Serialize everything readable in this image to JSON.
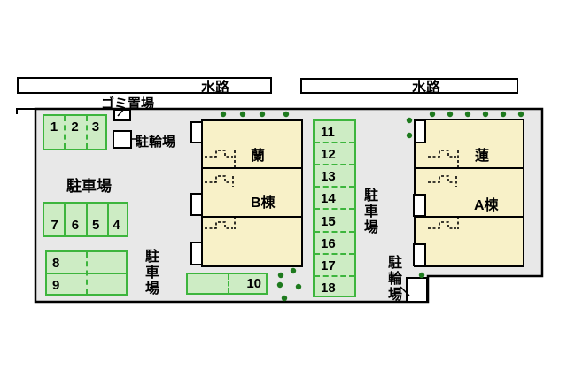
{
  "plan": {
    "colors": {
      "site_fill": "#e8e8e8",
      "building_fill": "#f8f1c8",
      "stall_fill": "#cdecc4",
      "stall_border": "#3db53d",
      "tree_green": "#1e7a1e",
      "outline": "#000000"
    },
    "waterways": {
      "left": "水路",
      "right": "水路"
    },
    "facilities": {
      "garbage": "ゴミ置場",
      "bicycle_left": "駐輪場",
      "bicycle_right": "駐輪場",
      "parking_main": "駐車場",
      "parking_mid": "駐車場",
      "parking_right": "駐車場"
    },
    "buildings": {
      "b": {
        "name": "B棟",
        "unit_label": "蘭"
      },
      "a": {
        "name": "A棟",
        "unit_label": "蓮"
      }
    },
    "stalls": {
      "row_top": [
        "1",
        "2",
        "3"
      ],
      "row_mid": [
        "7",
        "6",
        "5",
        "4"
      ],
      "row_89": [
        "8",
        "9"
      ],
      "s10": "10",
      "column": [
        "11",
        "12",
        "13",
        "14",
        "15",
        "16",
        "17",
        "18"
      ]
    }
  }
}
